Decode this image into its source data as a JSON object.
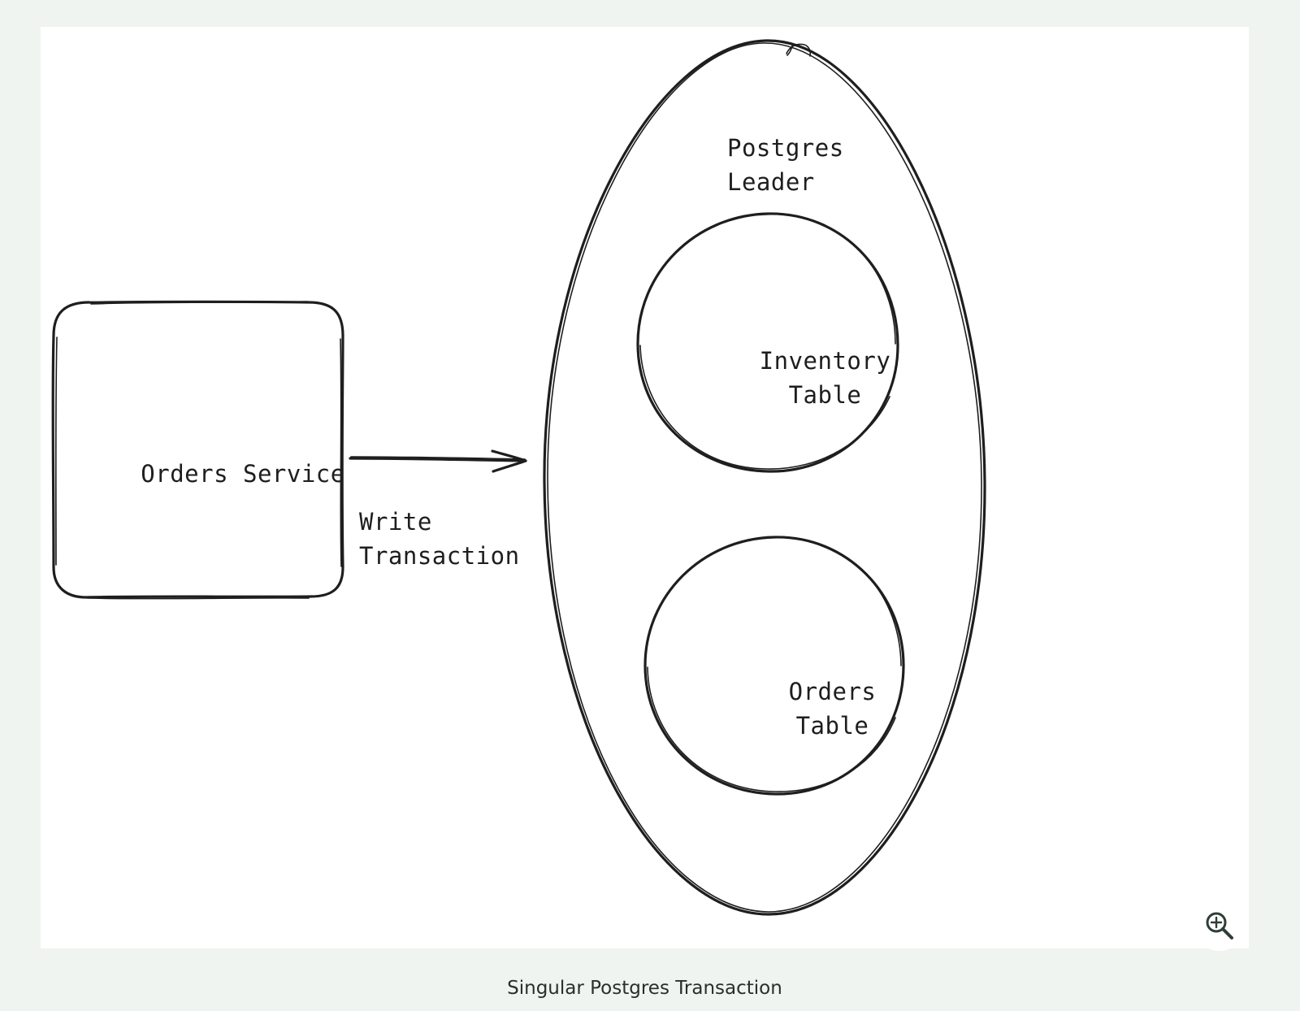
{
  "diagram": {
    "nodes": {
      "orders_service": "Orders Service",
      "postgres_leader": "Postgres\nLeader",
      "inventory_table": "Inventory\nTable",
      "orders_table": "Orders\nTable"
    },
    "edges": {
      "write_transaction": "Write\nTransaction"
    }
  },
  "caption": "Singular Postgres Transaction",
  "controls": {
    "zoom_icon": "zoom-in-icon"
  },
  "colors": {
    "page_background": "#f0f4f0",
    "canvas_background": "#ffffff",
    "stroke": "#1e1e1e"
  }
}
